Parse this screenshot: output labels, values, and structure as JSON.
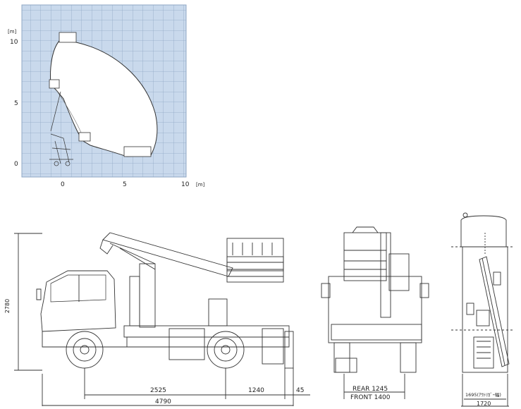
{
  "range_chart": {
    "y_unit": "[m]",
    "x_unit": "[m]",
    "y_ticks": [
      "10",
      "5",
      "0"
    ],
    "x_ticks": [
      "0",
      "5",
      "10"
    ]
  },
  "dimensions": {
    "overall_height": "2780",
    "wheelbase": "2525",
    "rear_overhang": "1240",
    "step_offset": "45",
    "overall_length": "4790",
    "rear_track": "REAR   1245",
    "front_track": "FRONT   1400",
    "outrigger_width": "1695(ｱｳﾄﾘｶﾞｰ幅)",
    "overall_width": "1720"
  },
  "colors": {
    "grid_fill": "#c9d9ec",
    "grid_line": "#8fa7c4",
    "line": "#333333"
  }
}
